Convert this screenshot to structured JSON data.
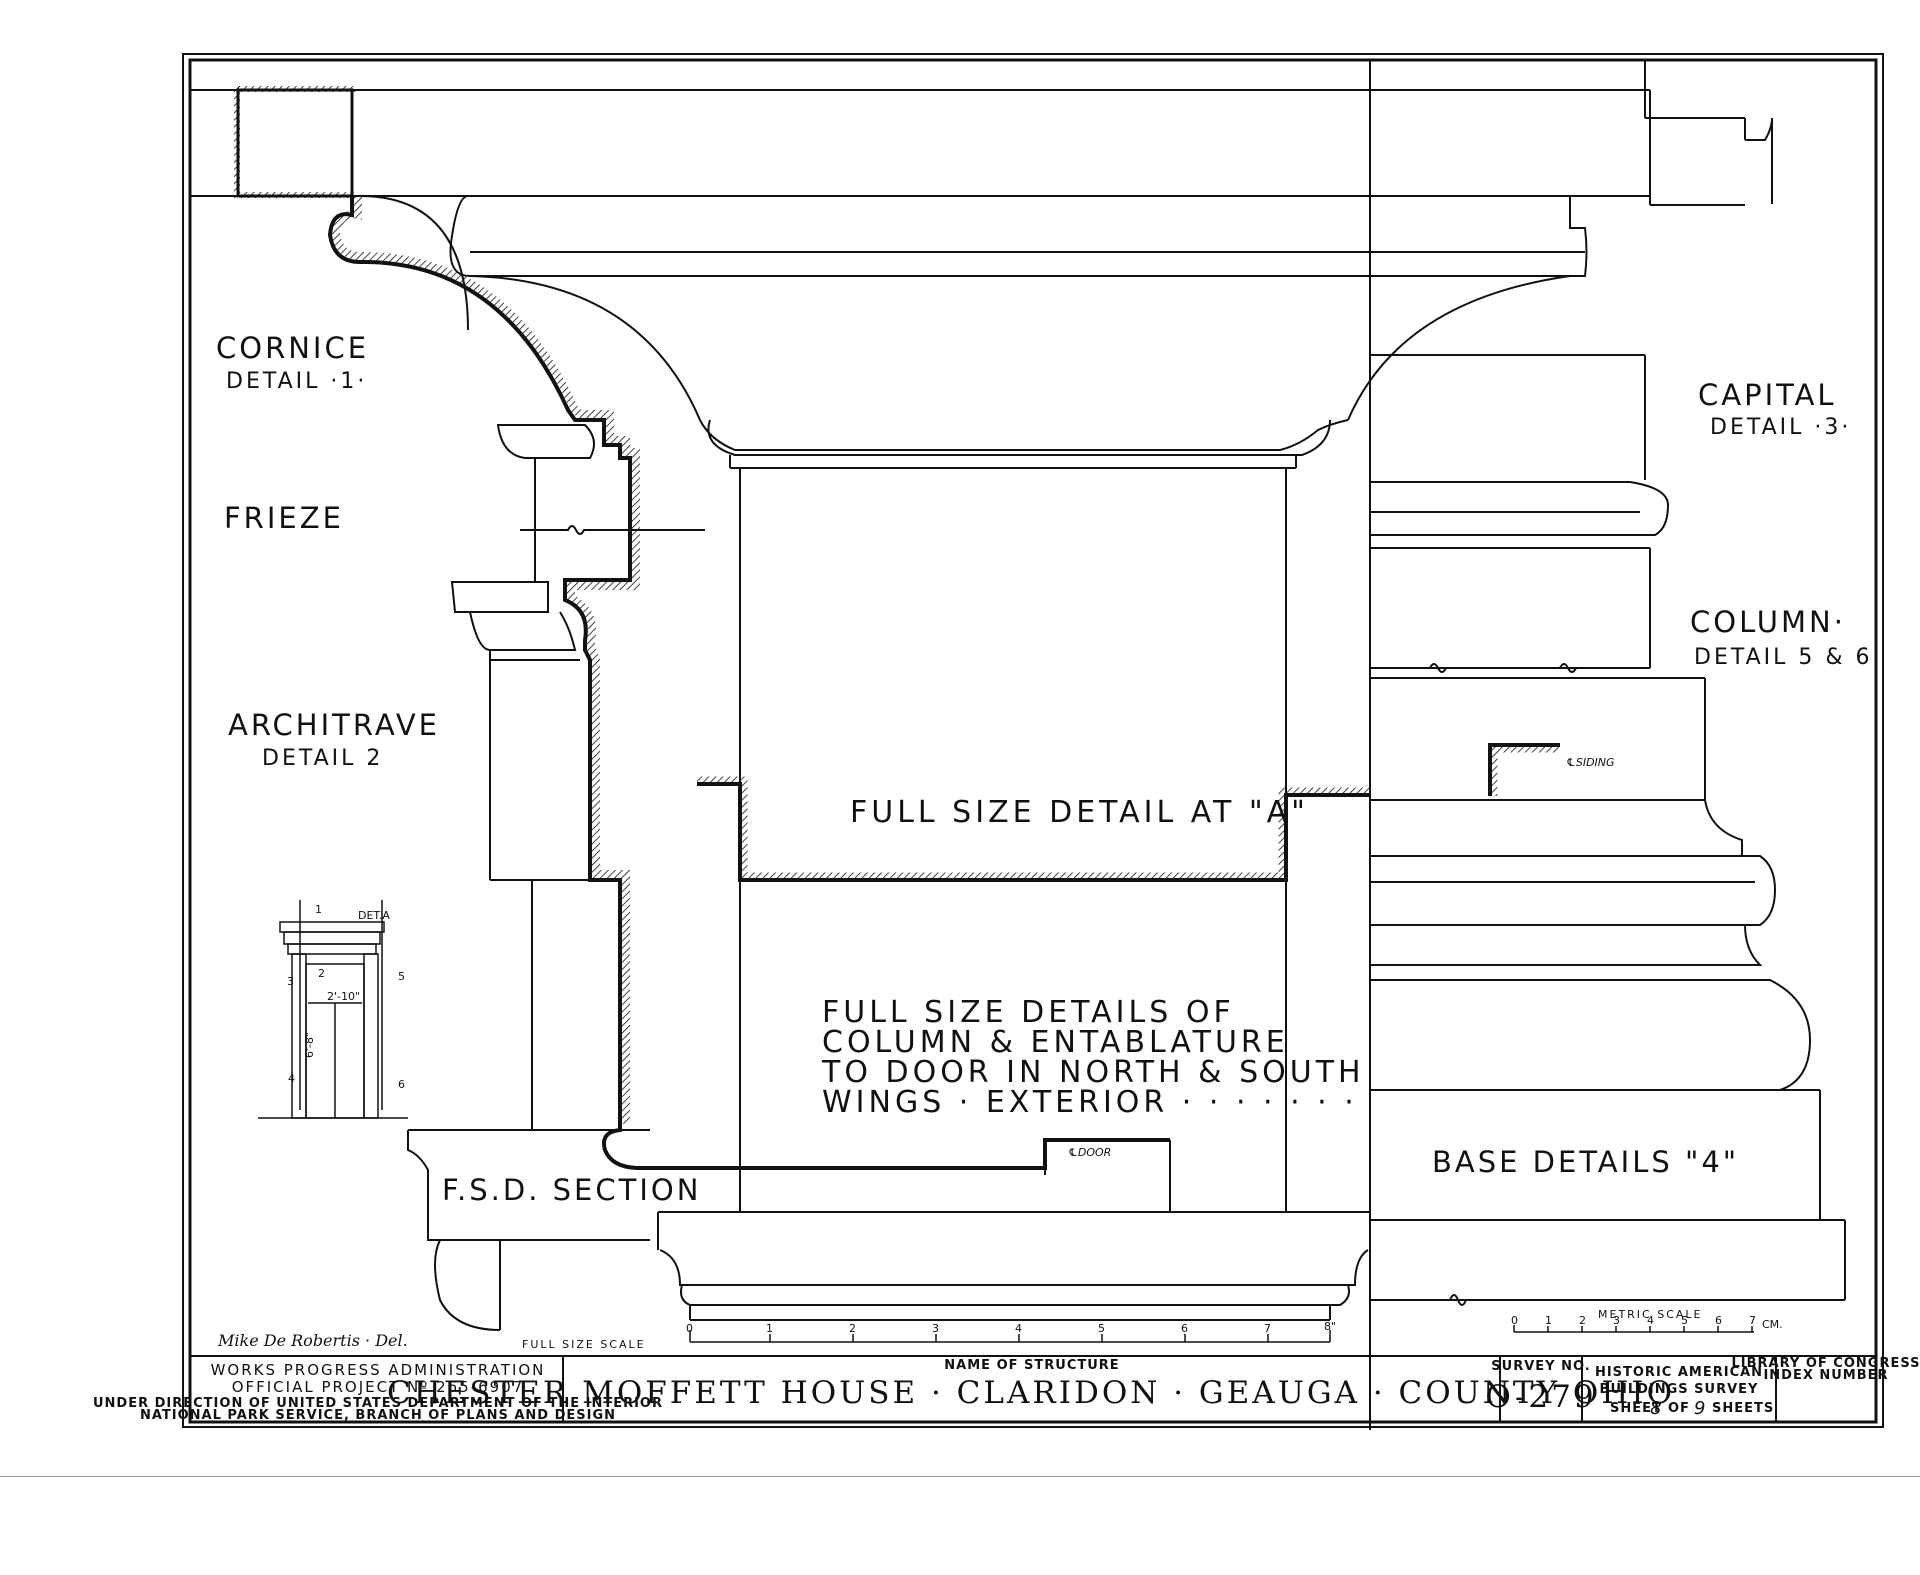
{
  "labels": {
    "cornice": "CORNICE",
    "cornice_detail": "DETAIL ·1·",
    "frieze": "FRIEZE",
    "architrave": "ARCHITRAVE",
    "architrave_detail": "DETAIL 2",
    "capital": "CAPITAL",
    "capital_detail": "DETAIL ·3·",
    "column": "COLUMN·",
    "column_detail": "DETAIL 5 & 6",
    "siding": "℄SIDING",
    "full_size_detail_a": "FULL SIZE DETAIL AT \"A\"",
    "main_note": [
      "FULL SIZE DETAILS OF",
      "COLUMN & ENTABLATURE",
      "TO DOOR IN NORTH & SOUTH",
      "WINGS · EXTERIOR · · · · · · ·"
    ],
    "door": "℄DOOR",
    "base_details": "BASE DETAILS \"4\"",
    "fsd_section": "F.S.D. SECTION",
    "full_size_scale": "FULL SIZE SCALE",
    "metric_scale": "METRIC SCALE",
    "cm": "CM.",
    "signature": "Mike De Robertis · Del."
  },
  "inset": {
    "det_a": "DET.A",
    "dim_width": "2'-10\"",
    "dim_height": "6'-8\"",
    "markers": [
      "1",
      "2",
      "3",
      "4",
      "5",
      "6"
    ]
  },
  "scales": {
    "full_size_ticks": [
      "0",
      "1",
      "2",
      "3",
      "4",
      "5",
      "6",
      "7",
      "8\""
    ],
    "metric_ticks": [
      "0",
      "1",
      "2",
      "3",
      "4",
      "5",
      "6",
      "7"
    ]
  },
  "title_block": {
    "wpa_line1": "WORKS PROGRESS ADMINISTRATION",
    "wpa_line2": "OFFICIAL PROJECT Nº 265-6907",
    "wpa_line3": "UNDER DIRECTION OF UNITED STATES DEPARTMENT OF THE INTERIOR",
    "wpa_line4": "NATIONAL PARK SERVICE, BRANCH OF PLANS AND DESIGN",
    "name_of_structure_label": "NAME OF STRUCTURE",
    "structure_name": "CHESTER MOFFETT HOUSE · CLARIDON · GEAUGA · COUNTY OHIO",
    "survey_no_label": "SURVEY NO.",
    "survey_no": "O-279",
    "habs_line1": "HISTORIC AMERICAN",
    "habs_line2": "BUILDINGS SURVEY",
    "sheet_label": "SHEET",
    "sheet_no": "8",
    "of_label": "OF",
    "sheet_total": "9",
    "sheets_label": "SHEETS",
    "loc_line1": "LIBRARY OF CONGRESS",
    "loc_line2": "INDEX NUMBER"
  }
}
